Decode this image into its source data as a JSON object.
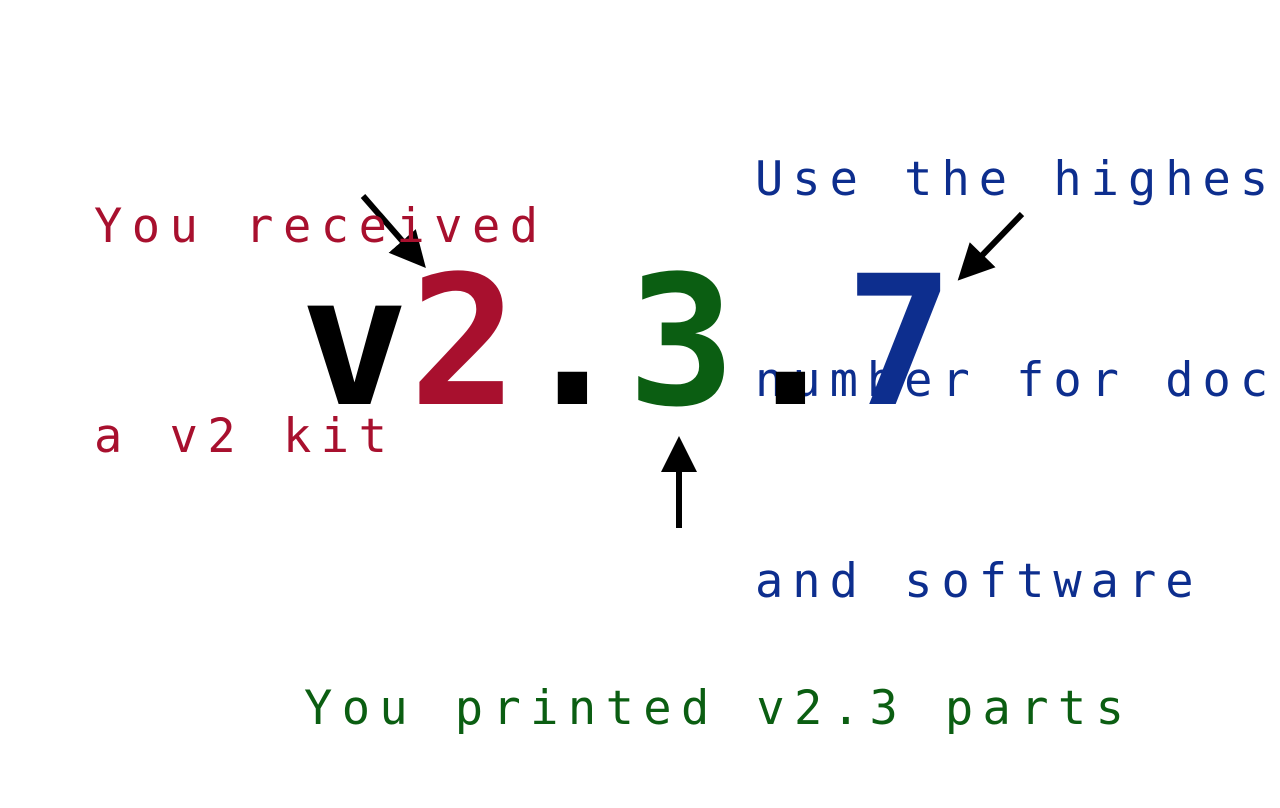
{
  "colors": {
    "major": "#a8102e",
    "minor": "#0b5e12",
    "patch": "#0d2e8e",
    "base": "#000000"
  },
  "version": {
    "prefix": "v",
    "major": "2",
    "sep1": ".",
    "minor": "3",
    "sep2": ".",
    "patch": "7"
  },
  "labels": {
    "major": [
      "You received",
      "a v2 kit"
    ],
    "patch": [
      "Use the highest",
      "number for docs",
      "and software"
    ],
    "minor": [
      "You printed v2.3 parts"
    ]
  }
}
